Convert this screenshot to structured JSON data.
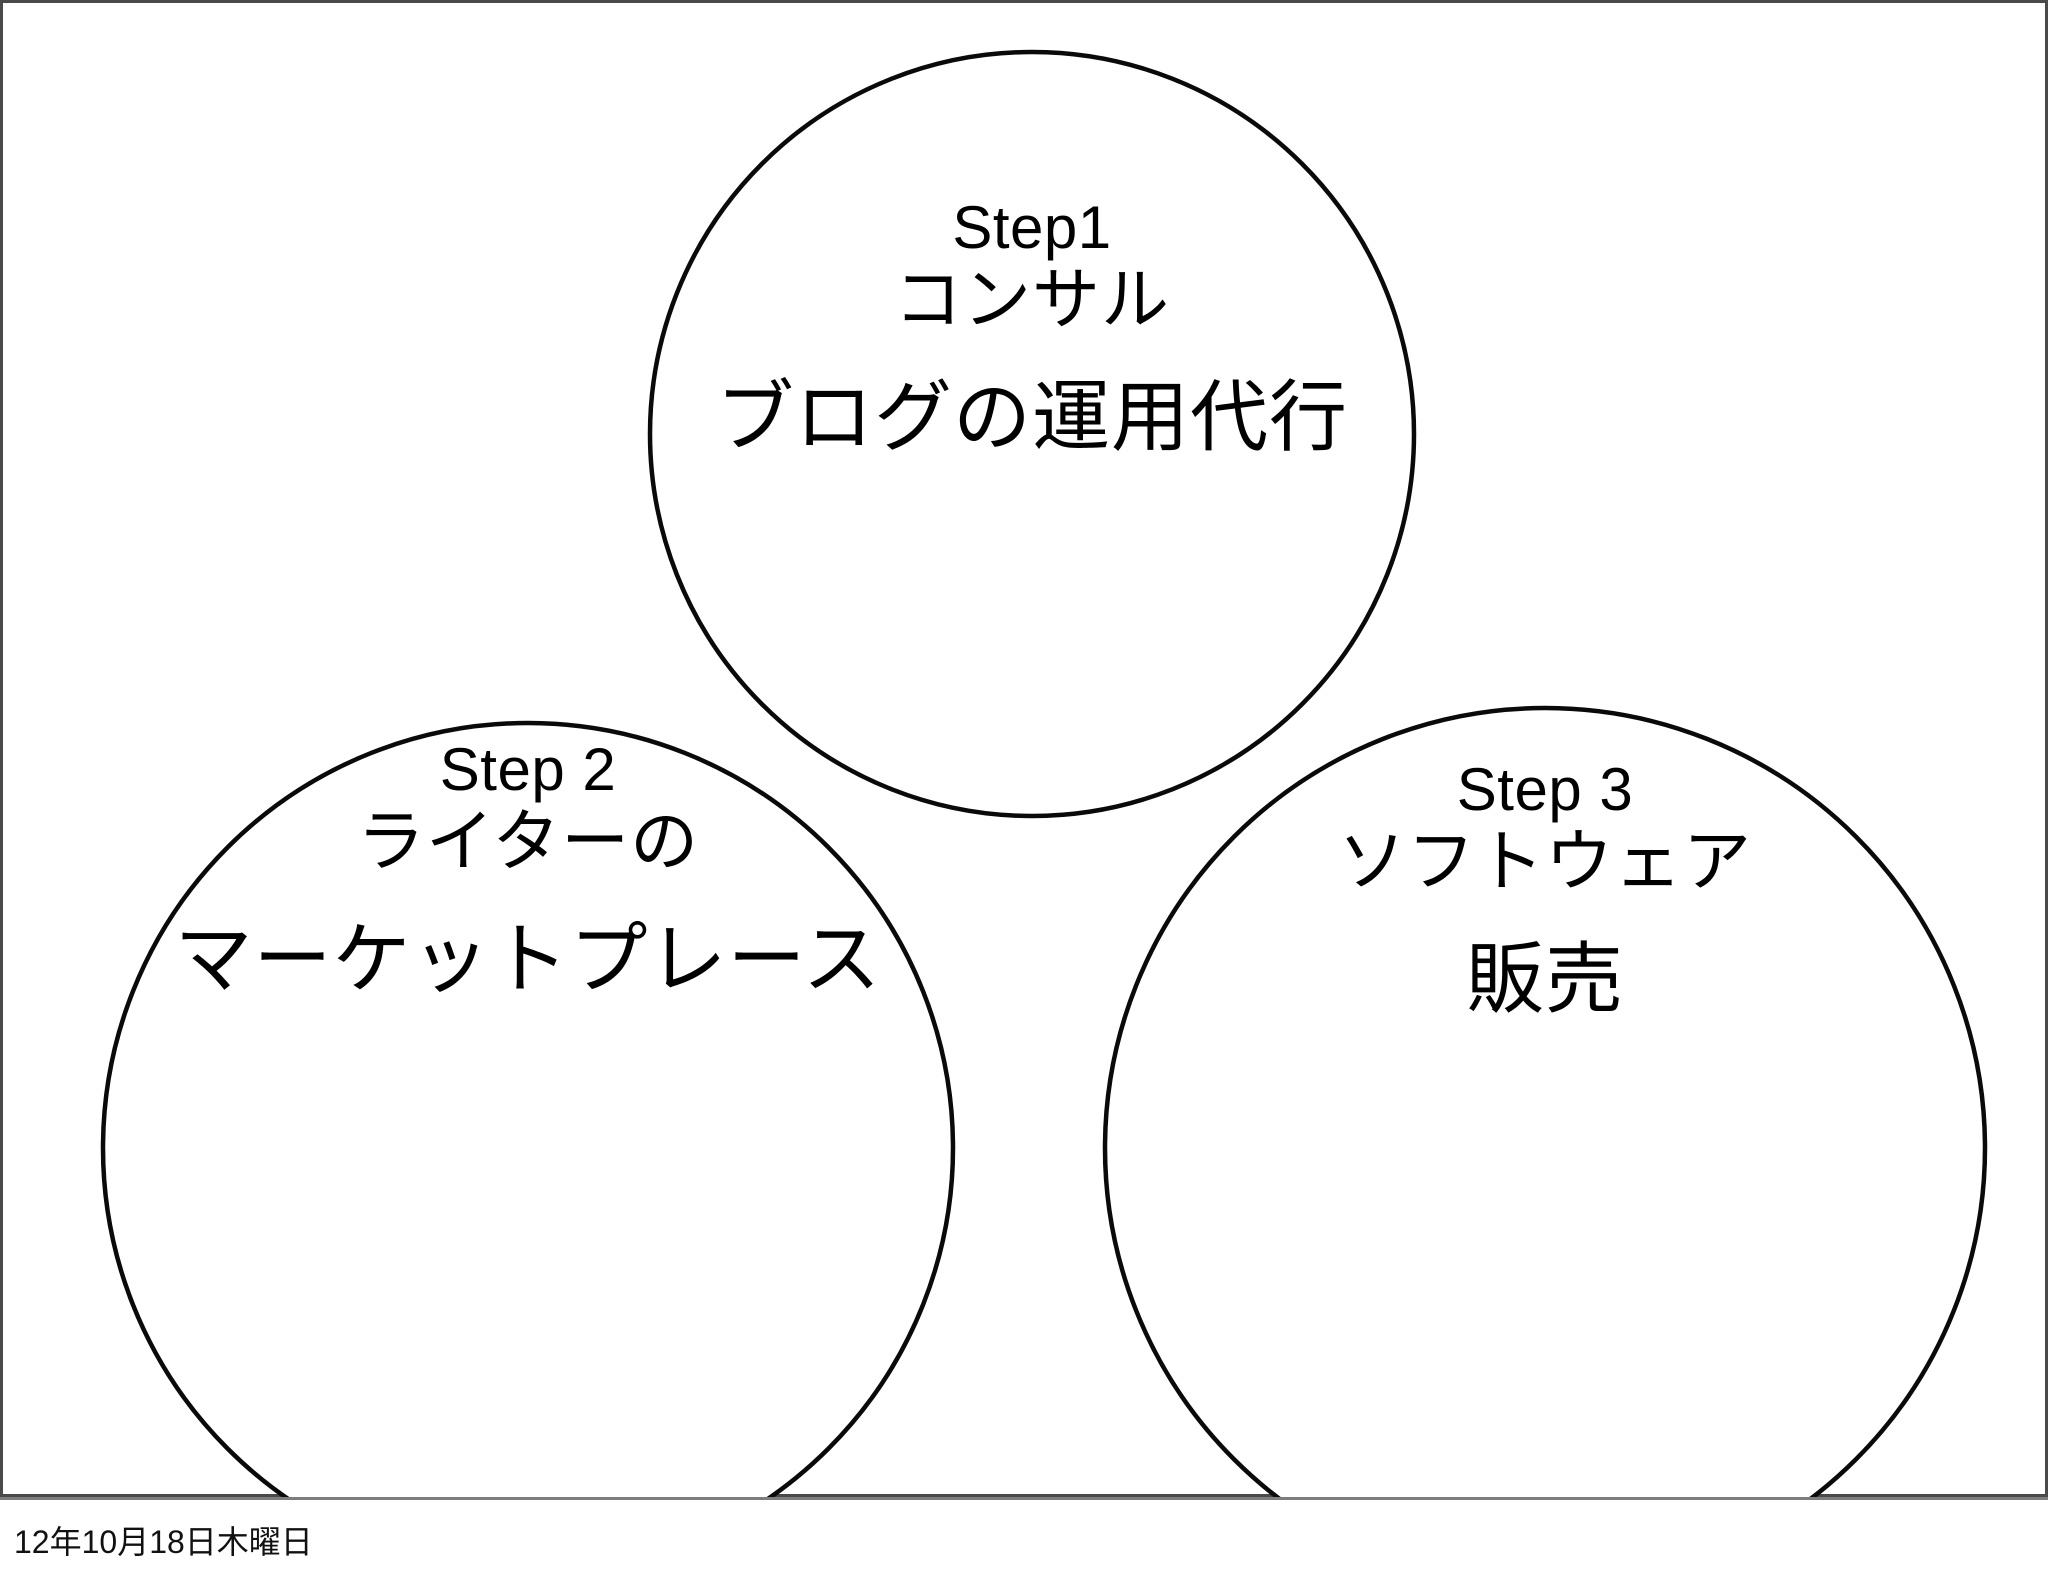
{
  "slide": {
    "background_color": "#ffffff",
    "border_color": "#4a4a4a",
    "stroke_color": "#0a0a0a"
  },
  "diagram": {
    "type": "three-circle-step-diagram",
    "circles": [
      {
        "id": "step1",
        "position": "top-center",
        "heading": "Step1",
        "subtitle": "コンサル",
        "body": "ブログの運用代行"
      },
      {
        "id": "step2",
        "position": "bottom-left",
        "heading": "Step 2",
        "subtitle": "ライターの",
        "body": "マーケットプレース"
      },
      {
        "id": "step3",
        "position": "bottom-right",
        "heading": "Step 3",
        "subtitle": "ソフトウェア",
        "body": "販売"
      }
    ]
  },
  "footer": {
    "date": "12年10月18日木曜日"
  }
}
